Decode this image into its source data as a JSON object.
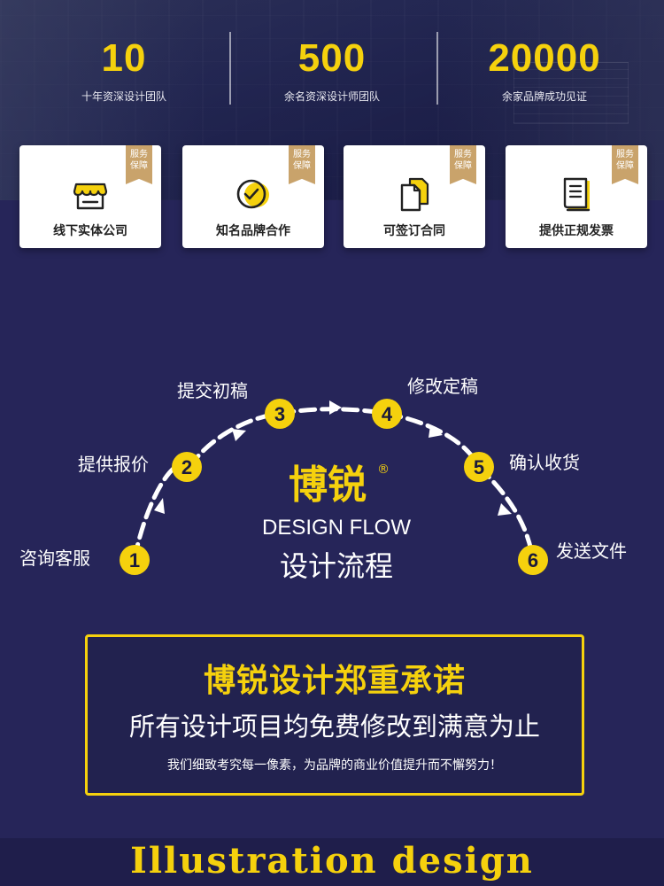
{
  "stats": [
    {
      "number": "10",
      "label": "十年资深设计团队"
    },
    {
      "number": "500",
      "label": "余名资深设计师团队"
    },
    {
      "number": "20000",
      "label": "余家品牌成功见证"
    }
  ],
  "service_badge": "服务\n保障",
  "service_cards": [
    {
      "label": "线下实体公司",
      "icon": "storefront-icon"
    },
    {
      "label": "知名品牌合作",
      "icon": "brand-badge-icon"
    },
    {
      "label": "可签订合同",
      "icon": "contract-documents-icon"
    },
    {
      "label": "提供正规发票",
      "icon": "invoice-book-icon"
    }
  ],
  "flow": {
    "steps": [
      {
        "num": "1",
        "label": "咨询客服"
      },
      {
        "num": "2",
        "label": "提供报价"
      },
      {
        "num": "3",
        "label": "提交初稿"
      },
      {
        "num": "4",
        "label": "修改定稿"
      },
      {
        "num": "5",
        "label": "确认收货"
      },
      {
        "num": "6",
        "label": "发送文件"
      }
    ],
    "brand": "博锐",
    "registered_mark": "®",
    "title_en": "DESIGN FLOW",
    "title_cn": "设计流程"
  },
  "promise": {
    "title": "博锐设计郑重承诺",
    "subtitle": "所有设计项目均免费修改到满意为止",
    "note": "我们细致考究每一像素，为品牌的商业价值提升而不懈努力！"
  },
  "footer": {
    "text": "Illustration design"
  },
  "colors": {
    "accent": "#f5d10d",
    "background": "#262559",
    "badge": "#c9a36b"
  }
}
